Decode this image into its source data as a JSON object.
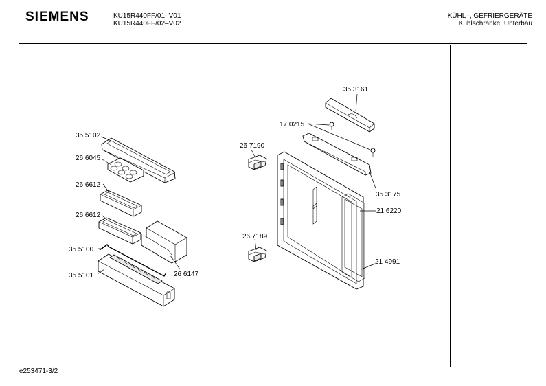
{
  "header": {
    "brand": "SIEMENS",
    "model_line_1": "KU15R440FF/01–V01",
    "model_line_2": "KU15R440FF/02–V02",
    "category_line_1": "KÜHL–, GEFRIERGERÄTE",
    "category_line_2": "Kühlschränke, Unterbau"
  },
  "footer": {
    "drawing_id": "e253471-3/2"
  },
  "parts": {
    "p353161": "35 3161",
    "p170215": "17 0215",
    "p267190": "26 7190",
    "p353175": "35 3175",
    "p216220": "21 6220",
    "p267189": "26 7189",
    "p214991": "21 4991",
    "p355102": "35 5102",
    "p266045": "26 6045",
    "p266612a": "26 6612",
    "p266612b": "26 6612",
    "p355100": "35 5100",
    "p355101": "35 5101",
    "p266147": "26 6147"
  }
}
